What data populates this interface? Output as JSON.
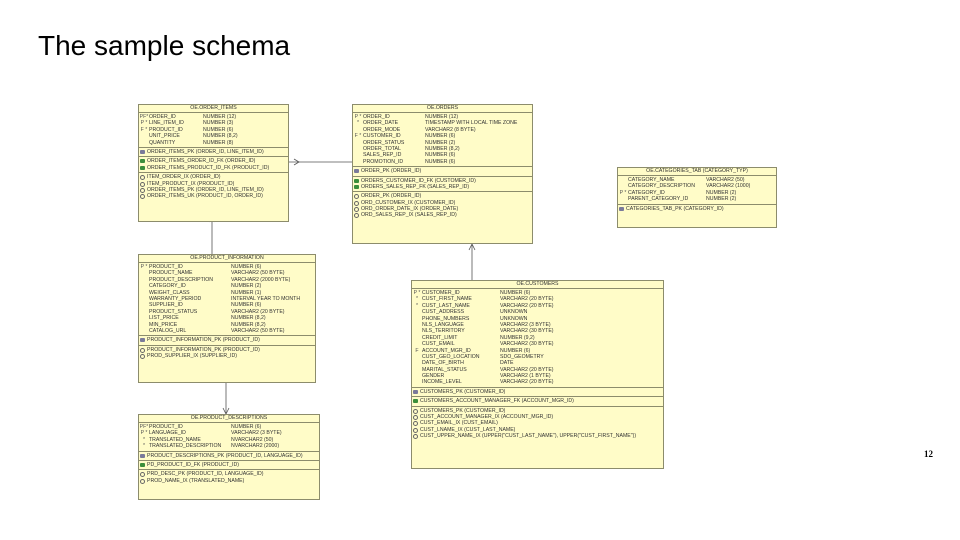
{
  "slide": {
    "title": "The sample schema",
    "page_number": "12"
  },
  "tables": {
    "order_items": {
      "name": "OE.ORDER_ITEMS",
      "columns": [
        {
          "flag": "PF*",
          "name": "ORDER_ID",
          "type": "NUMBER (12)"
        },
        {
          "flag": "P *",
          "name": "LINE_ITEM_ID",
          "type": "NUMBER (3)"
        },
        {
          "flag": "F *",
          "name": "PRODUCT_ID",
          "type": "NUMBER (6)"
        },
        {
          "flag": "",
          "name": "UNIT_PRICE",
          "type": "NUMBER (8,2)"
        },
        {
          "flag": "",
          "name": "QUANTITY",
          "type": "NUMBER (8)"
        }
      ],
      "pk": [
        "ORDER_ITEMS_PK (ORDER_ID, LINE_ITEM_ID)"
      ],
      "fk": [
        "ORDER_ITEMS_ORDER_ID_FK (ORDER_ID)",
        "ORDER_ITEMS_PRODUCT_ID_FK (PRODUCT_ID)"
      ],
      "idx": [
        "ITEM_ORDER_IX (ORDER_ID)",
        "ITEM_PRODUCT_IX (PRODUCT_ID)",
        "ORDER_ITEMS_PK (ORDER_ID, LINE_ITEM_ID)",
        "ORDER_ITEMS_UK (PRODUCT_ID, ORDER_ID)"
      ]
    },
    "orders": {
      "name": "OE.ORDERS",
      "columns": [
        {
          "flag": "P *",
          "name": "ORDER_ID",
          "type": "NUMBER (12)"
        },
        {
          "flag": "*",
          "name": "ORDER_DATE",
          "type": "TIMESTAMP WITH LOCAL TIME ZONE"
        },
        {
          "flag": "",
          "name": "ORDER_MODE",
          "type": "VARCHAR2 (8 BYTE)"
        },
        {
          "flag": "F *",
          "name": "CUSTOMER_ID",
          "type": "NUMBER (6)"
        },
        {
          "flag": "",
          "name": "ORDER_STATUS",
          "type": "NUMBER (2)"
        },
        {
          "flag": "",
          "name": "ORDER_TOTAL",
          "type": "NUMBER (8,2)"
        },
        {
          "flag": "",
          "name": "SALES_REP_ID",
          "type": "NUMBER (6)"
        },
        {
          "flag": "",
          "name": "PROMOTION_ID",
          "type": "NUMBER (6)"
        }
      ],
      "pk": [
        "ORDER_PK (ORDER_ID)"
      ],
      "fk": [
        "ORDERS_CUSTOMER_ID_FK (CUSTOMER_ID)",
        "ORDERS_SALES_REP_FK (SALES_REP_ID)"
      ],
      "idx": [
        "ORDER_PK (ORDER_ID)",
        "ORD_CUSTOMER_IX (CUSTOMER_ID)",
        "ORD_ORDER_DATE_IX (ORDER_DATE)",
        "ORD_SALES_REP_IX (SALES_REP_ID)"
      ]
    },
    "categories": {
      "name": "OE.CATEGORIES_TAB (CATEGORY_TYP)",
      "columns": [
        {
          "flag": "",
          "name": "CATEGORY_NAME",
          "type": "VARCHAR2 (50)"
        },
        {
          "flag": "",
          "name": "CATEGORY_DESCRIPTION",
          "type": "VARCHAR2 (1000)"
        },
        {
          "flag": "P *",
          "name": "CATEGORY_ID",
          "type": "NUMBER (2)"
        },
        {
          "flag": "",
          "name": "PARENT_CATEGORY_ID",
          "type": "NUMBER (2)"
        }
      ],
      "pk": [
        "CATEGORIES_TAB_PK (CATEGORY_ID)"
      ],
      "fk": [],
      "idx": []
    },
    "product_information": {
      "name": "OE.PRODUCT_INFORMATION",
      "columns": [
        {
          "flag": "P *",
          "name": "PRODUCT_ID",
          "type": "NUMBER (6)"
        },
        {
          "flag": "",
          "name": "PRODUCT_NAME",
          "type": "VARCHAR2 (50 BYTE)"
        },
        {
          "flag": "",
          "name": "PRODUCT_DESCRIPTION",
          "type": "VARCHAR2 (2000 BYTE)"
        },
        {
          "flag": "",
          "name": "CATEGORY_ID",
          "type": "NUMBER (2)"
        },
        {
          "flag": "",
          "name": "WEIGHT_CLASS",
          "type": "NUMBER (1)"
        },
        {
          "flag": "",
          "name": "WARRANTY_PERIOD",
          "type": "INTERVAL YEAR TO MONTH"
        },
        {
          "flag": "",
          "name": "SUPPLIER_ID",
          "type": "NUMBER (6)"
        },
        {
          "flag": "",
          "name": "PRODUCT_STATUS",
          "type": "VARCHAR2 (20 BYTE)"
        },
        {
          "flag": "",
          "name": "LIST_PRICE",
          "type": "NUMBER (8,2)"
        },
        {
          "flag": "",
          "name": "MIN_PRICE",
          "type": "NUMBER (8,2)"
        },
        {
          "flag": "",
          "name": "CATALOG_URL",
          "type": "VARCHAR2 (50 BYTE)"
        }
      ],
      "pk": [
        "PRODUCT_INFORMATION_PK (PRODUCT_ID)"
      ],
      "fk": [],
      "idx": [
        "PRODUCT_INFORMATION_PK (PRODUCT_ID)",
        "PROD_SUPPLIER_IX (SUPPLIER_ID)"
      ]
    },
    "customers": {
      "name": "OE.CUSTOMERS",
      "columns": [
        {
          "flag": "P *",
          "name": "CUSTOMER_ID",
          "type": "NUMBER (6)"
        },
        {
          "flag": "*",
          "name": "CUST_FIRST_NAME",
          "type": "VARCHAR2 (20 BYTE)"
        },
        {
          "flag": "*",
          "name": "CUST_LAST_NAME",
          "type": "VARCHAR2 (20 BYTE)"
        },
        {
          "flag": "",
          "name": "CUST_ADDRESS",
          "type": "UNKNOWN"
        },
        {
          "flag": "",
          "name": "PHONE_NUMBERS",
          "type": "UNKNOWN"
        },
        {
          "flag": "",
          "name": "NLS_LANGUAGE",
          "type": "VARCHAR2 (3 BYTE)"
        },
        {
          "flag": "",
          "name": "NLS_TERRITORY",
          "type": "VARCHAR2 (30 BYTE)"
        },
        {
          "flag": "",
          "name": "CREDIT_LIMIT",
          "type": "NUMBER (9,2)"
        },
        {
          "flag": "",
          "name": "CUST_EMAIL",
          "type": "VARCHAR2 (30 BYTE)"
        },
        {
          "flag": "F",
          "name": "ACCOUNT_MGR_ID",
          "type": "NUMBER (6)"
        },
        {
          "flag": "",
          "name": "CUST_GEO_LOCATION",
          "type": "SDO_GEOMETRY"
        },
        {
          "flag": "",
          "name": "DATE_OF_BIRTH",
          "type": "DATE"
        },
        {
          "flag": "",
          "name": "MARITAL_STATUS",
          "type": "VARCHAR2 (20 BYTE)"
        },
        {
          "flag": "",
          "name": "GENDER",
          "type": "VARCHAR2 (1 BYTE)"
        },
        {
          "flag": "",
          "name": "INCOME_LEVEL",
          "type": "VARCHAR2 (20 BYTE)"
        }
      ],
      "pk": [
        "CUSTOMERS_PK (CUSTOMER_ID)"
      ],
      "fk": [
        "CUSTOMERS_ACCOUNT_MANAGER_FK (ACCOUNT_MGR_ID)"
      ],
      "idx": [
        "CUSTOMERS_PK (CUSTOMER_ID)",
        "CUST_ACCOUNT_MANAGER_IX (ACCOUNT_MGR_ID)",
        "CUST_EMAIL_IX (CUST_EMAIL)",
        "CUST_LNAME_IX (CUST_LAST_NAME)",
        "CUST_UPPER_NAME_IX (UPPER(\"CUST_LAST_NAME\"), UPPER(\"CUST_FIRST_NAME\"))"
      ]
    },
    "product_descriptions": {
      "name": "OE.PRODUCT_DESCRIPTIONS",
      "columns": [
        {
          "flag": "PF*",
          "name": "PRODUCT_ID",
          "type": "NUMBER (6)"
        },
        {
          "flag": "P *",
          "name": "LANGUAGE_ID",
          "type": "VARCHAR2 (3 BYTE)"
        },
        {
          "flag": "*",
          "name": "TRANSLATED_NAME",
          "type": "NVARCHAR2 (50)"
        },
        {
          "flag": "*",
          "name": "TRANSLATED_DESCRIPTION",
          "type": "NVARCHAR2 (2000)"
        }
      ],
      "pk": [
        "PRODUCT_DESCRIPTIONS_PK (PRODUCT_ID, LANGUAGE_ID)"
      ],
      "fk": [
        "PD_PRODUCT_ID_FK (PRODUCT_ID)"
      ],
      "idx": [
        "PRD_DESC_PK (PRODUCT_ID, LANGUAGE_ID)",
        "PROD_NAME_IX (TRANSLATED_NAME)"
      ]
    }
  }
}
